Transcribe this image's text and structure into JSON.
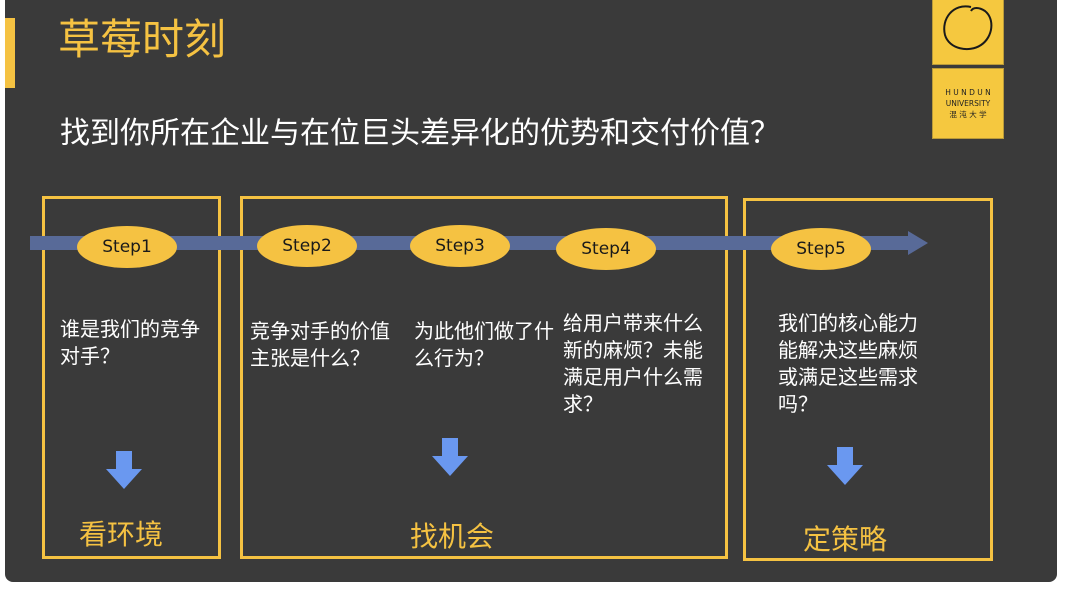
{
  "title": "草莓时刻",
  "subtitle": "找到你所在企业与在位巨头差异化的优势和交付价值？",
  "logo": {
    "line1": "H U N D U N",
    "line2": "UNIVERSITY",
    "line3": "混 沌 大 学"
  },
  "steps": [
    {
      "label": "Step1",
      "question": "谁是我们的竞争对手？"
    },
    {
      "label": "Step2",
      "question": "竞争对手的价值主张是什么？"
    },
    {
      "label": "Step3",
      "question": "为此他们做了什么行为？"
    },
    {
      "label": "Step4",
      "question": "给用户带来什么新的麻烦？未能满足用户什么需求？"
    },
    {
      "label": "Step5",
      "question": "我们的核心能力能解决这些麻烦或满足这些需求吗？"
    }
  ],
  "phases": [
    "看环境",
    "找机会",
    "定策略"
  ],
  "colors": {
    "accent": "#f5c242",
    "background": "#3a3a3a",
    "timeline": "#586a98",
    "arrow": "#6a98f0"
  }
}
